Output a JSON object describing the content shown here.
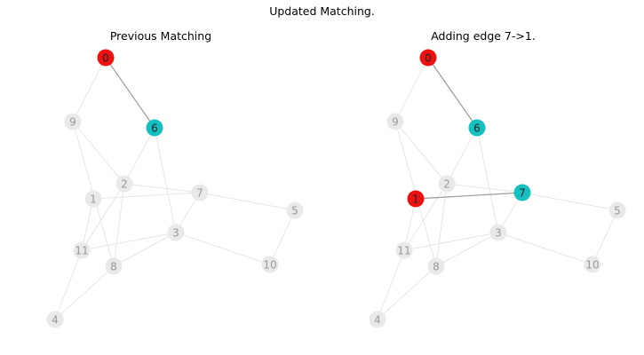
{
  "title": "Updated Matching.",
  "colors": {
    "inactive_node": "#e9e9e9",
    "inactive_label": "#999999",
    "red_node": "#ee1111",
    "teal_node": "#16bfc0",
    "active_label": "#222222",
    "inactive_edge": "#e6e6e6",
    "matched_edge": "#9a9a9a"
  },
  "edges": [
    [
      0,
      6
    ],
    [
      0,
      9
    ],
    [
      9,
      2
    ],
    [
      9,
      8
    ],
    [
      6,
      2
    ],
    [
      6,
      3
    ],
    [
      2,
      7
    ],
    [
      2,
      11
    ],
    [
      2,
      8
    ],
    [
      1,
      7
    ],
    [
      1,
      11
    ],
    [
      7,
      5
    ],
    [
      7,
      3
    ],
    [
      3,
      11
    ],
    [
      3,
      8
    ],
    [
      3,
      10
    ],
    [
      5,
      10
    ],
    [
      11,
      4
    ],
    [
      8,
      4
    ]
  ],
  "panels": [
    {
      "title": "Previous Matching",
      "nodes": [
        {
          "id": "0",
          "state": "red"
        },
        {
          "id": "1",
          "state": "inactive"
        },
        {
          "id": "2",
          "state": "inactive"
        },
        {
          "id": "3",
          "state": "inactive"
        },
        {
          "id": "4",
          "state": "inactive"
        },
        {
          "id": "5",
          "state": "inactive"
        },
        {
          "id": "6",
          "state": "teal"
        },
        {
          "id": "7",
          "state": "inactive"
        },
        {
          "id": "8",
          "state": "inactive"
        },
        {
          "id": "9",
          "state": "inactive"
        },
        {
          "id": "10",
          "state": "inactive"
        },
        {
          "id": "11",
          "state": "inactive"
        }
      ],
      "matched_edges": [
        [
          0,
          6
        ]
      ]
    },
    {
      "title": "Adding edge 7->1.",
      "nodes": [
        {
          "id": "0",
          "state": "red"
        },
        {
          "id": "1",
          "state": "red"
        },
        {
          "id": "2",
          "state": "inactive"
        },
        {
          "id": "3",
          "state": "inactive"
        },
        {
          "id": "4",
          "state": "inactive"
        },
        {
          "id": "5",
          "state": "inactive"
        },
        {
          "id": "6",
          "state": "teal"
        },
        {
          "id": "7",
          "state": "teal"
        },
        {
          "id": "8",
          "state": "inactive"
        },
        {
          "id": "9",
          "state": "inactive"
        },
        {
          "id": "10",
          "state": "inactive"
        },
        {
          "id": "11",
          "state": "inactive"
        }
      ],
      "matched_edges": [
        [
          0,
          6
        ],
        [
          1,
          7
        ]
      ]
    }
  ]
}
